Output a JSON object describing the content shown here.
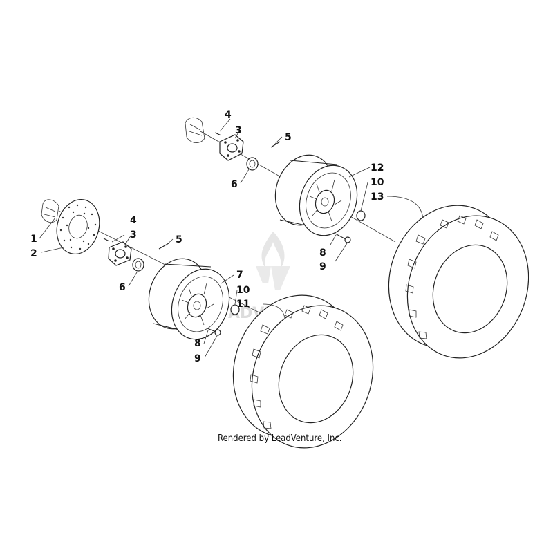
{
  "diagram": {
    "credit": "Rendered by LeadVenture, Inc.",
    "watermark": "ADVENTURE",
    "watermark_color": "#d9d9d9",
    "callouts": [
      "1",
      "2",
      "3",
      "4",
      "5",
      "6",
      "7",
      "8",
      "9",
      "10",
      "11",
      "12",
      "13"
    ],
    "upper_assembly_labels": [
      "4",
      "3",
      "5",
      "6",
      "12",
      "10",
      "13",
      "8",
      "9"
    ],
    "lower_assembly_labels": [
      "1",
      "2",
      "4",
      "3",
      "5",
      "6",
      "7",
      "10",
      "11",
      "8",
      "9"
    ]
  }
}
